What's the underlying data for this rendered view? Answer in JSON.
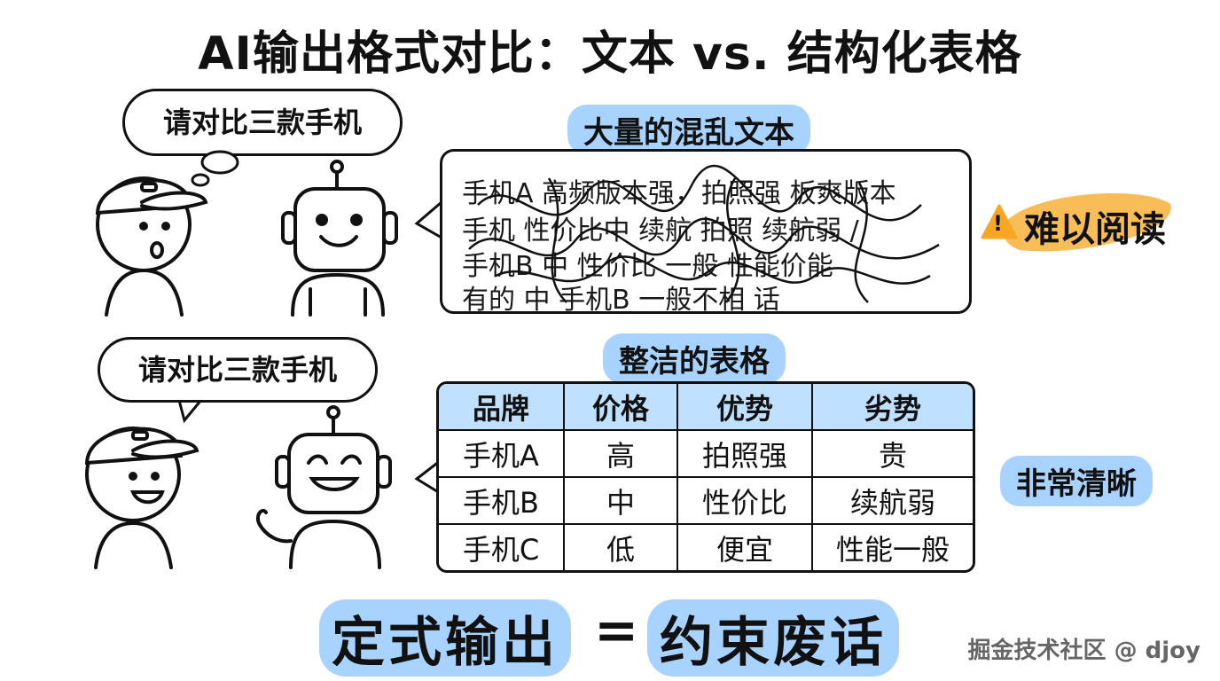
{
  "title": "AI输出格式对比：文本 vs. 结构化表格",
  "top_user_bubble": "请对比三款手机",
  "bottom_user_bubble": "请对比三款手机",
  "messy_label": "大量的混乱文本",
  "messy_lines": [
    "手机A 高频版本强，拍照强 板爽版本",
    "手机 性价比中 续航 拍照 续航弱 /",
    "手机B 中 性价比 一般 性能价能",
    "有的 中 手机B 一般不相 话"
  ],
  "hard_to_read": "难以阅读",
  "warning_symbol": "!",
  "table_label": "整洁的表格",
  "table": {
    "headers": [
      "品牌",
      "价格",
      "优势",
      "劣势"
    ],
    "rows": [
      [
        "手机A",
        "高",
        "拍照强",
        "贵"
      ],
      [
        "手机B",
        "中",
        "性价比",
        "续航弱"
      ],
      [
        "手机C",
        "低",
        "便宜",
        "性能一般"
      ]
    ]
  },
  "very_clear": "非常清晰",
  "bottom_left": "定式输出",
  "bottom_eq": "=",
  "bottom_right": "约束废话",
  "watermark": "掘金技术社区 @ djoy",
  "colors": {
    "highlight_blue": "#a8d2ff",
    "table_header": "#bfe0ff",
    "warning_orange": "#f7a823",
    "ink": "#111111"
  }
}
